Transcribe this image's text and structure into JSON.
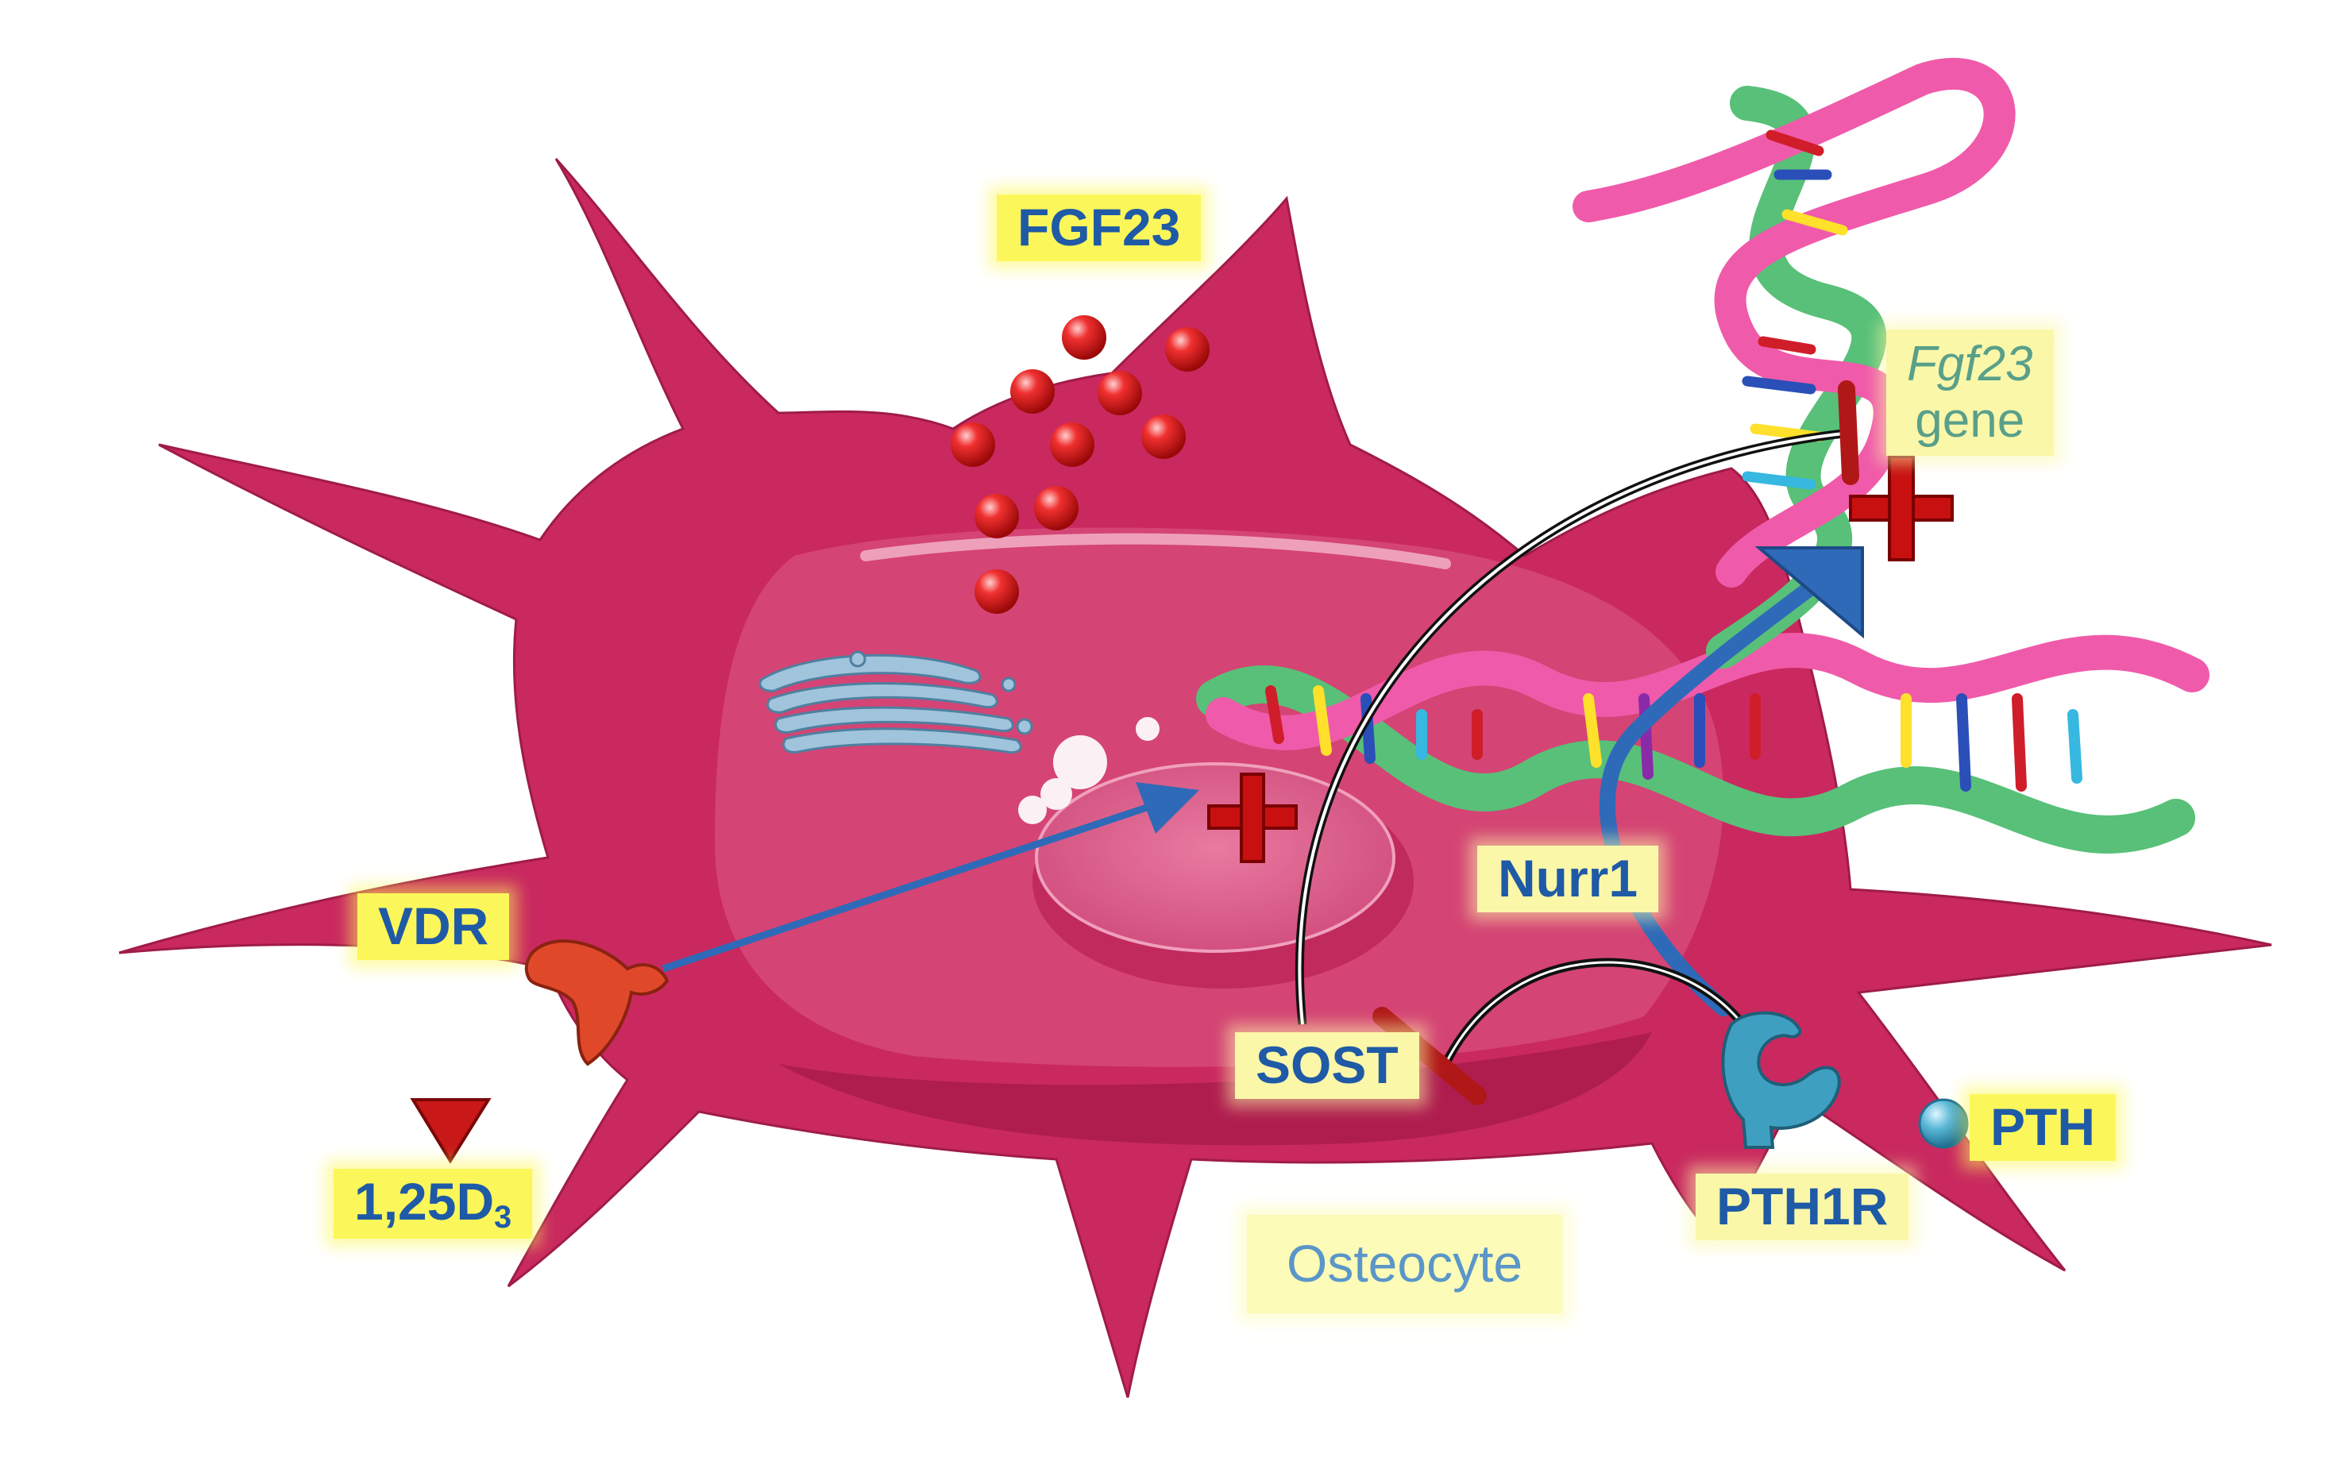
{
  "labels": {
    "fgf23_protein": "FGF23",
    "fgf23_gene_symbol": "Fgf23",
    "fgf23_gene_word": "gene",
    "vdr": "VDR",
    "vitd_main": "1,25D",
    "vitd_sub": "3",
    "nurr1": "Nurr1",
    "sost": "SOST",
    "pth": "PTH",
    "pth1r": "PTH1R",
    "cell": "Osteocyte"
  },
  "colors": {
    "cell": "#c9295f",
    "nucleus": "#e0688f",
    "highlight_yellow": "#fbf75a",
    "label_text": "#1f5aa6",
    "fgf23_ball": "#e01818",
    "vdr_receptor": "#e0482a",
    "pth1r_receptor": "#3f9fc0",
    "activation_arrow": "#2f6ab8",
    "inhibition_bar": "#b01818",
    "plus_sign": "#c81010",
    "dna_backbone_green": "#58c078",
    "dna_backbone_pink": "#f05aaa"
  },
  "icons": [
    "fgf23-molecule-icon",
    "golgi-icon",
    "vitamin-d-triangle-icon",
    "vdr-receptor-icon",
    "pth1r-receptor-icon",
    "pth-ball-icon",
    "dna-helix-icon",
    "plus-sign-icon"
  ]
}
